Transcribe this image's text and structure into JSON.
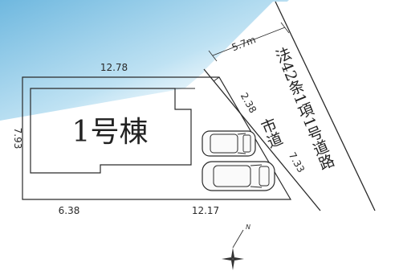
{
  "plan": {
    "building_label": "1号棟",
    "road_label_line1": "法42条1項1号道路",
    "road_label_line2": "市道",
    "road_width": "5.7m",
    "north_label": "N"
  },
  "dimensions": {
    "top": "12.78",
    "left": "7.93",
    "bottom_left": "6.38",
    "bottom_right": "12.17",
    "diag_upper": "2.38",
    "diag_lower": "7.33"
  },
  "colors": {
    "sky_blue": "#8ec8e6",
    "line": "#2a2a2a"
  }
}
